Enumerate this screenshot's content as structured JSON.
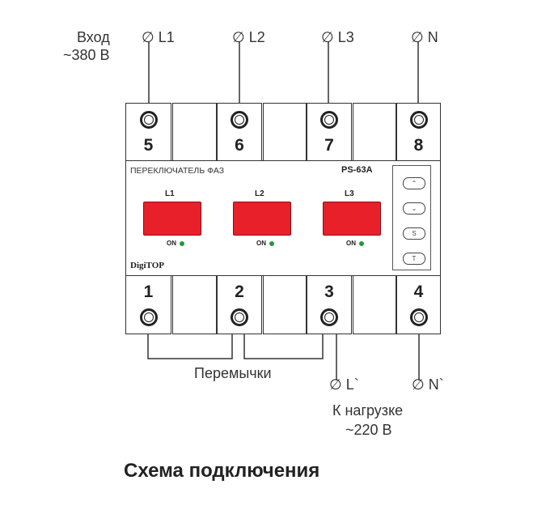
{
  "input": {
    "label": "Вход",
    "voltage": "~380 В"
  },
  "top_terminals": [
    {
      "symbol": "∅",
      "name": "L1",
      "number": "5"
    },
    {
      "symbol": "∅",
      "name": "L2",
      "number": "6"
    },
    {
      "symbol": "∅",
      "name": "L3",
      "number": "7"
    },
    {
      "symbol": "∅",
      "name": "N",
      "number": "8"
    }
  ],
  "bottom_terminals": [
    "1",
    "2",
    "3",
    "4"
  ],
  "device": {
    "title": "ПЕРЕКЛЮЧАТЕЛЬ ФАЗ",
    "model": "PS-63A",
    "brand": "DigiTOP",
    "phases": [
      {
        "label": "L1",
        "status": "ON"
      },
      {
        "label": "L2",
        "status": "ON"
      },
      {
        "label": "L3",
        "status": "ON"
      }
    ],
    "buttons": [
      "⌃",
      "⌄",
      "S",
      "T"
    ],
    "display_color": "#e8202a",
    "led_color": "#1f9a3a"
  },
  "jumpers_label": "Перемычки",
  "outputs": [
    {
      "symbol": "∅",
      "name": "L`"
    },
    {
      "symbol": "∅",
      "name": "N`"
    }
  ],
  "load": {
    "label": "К нагрузке",
    "voltage": "~220 В"
  },
  "caption": "Схема подключения"
}
